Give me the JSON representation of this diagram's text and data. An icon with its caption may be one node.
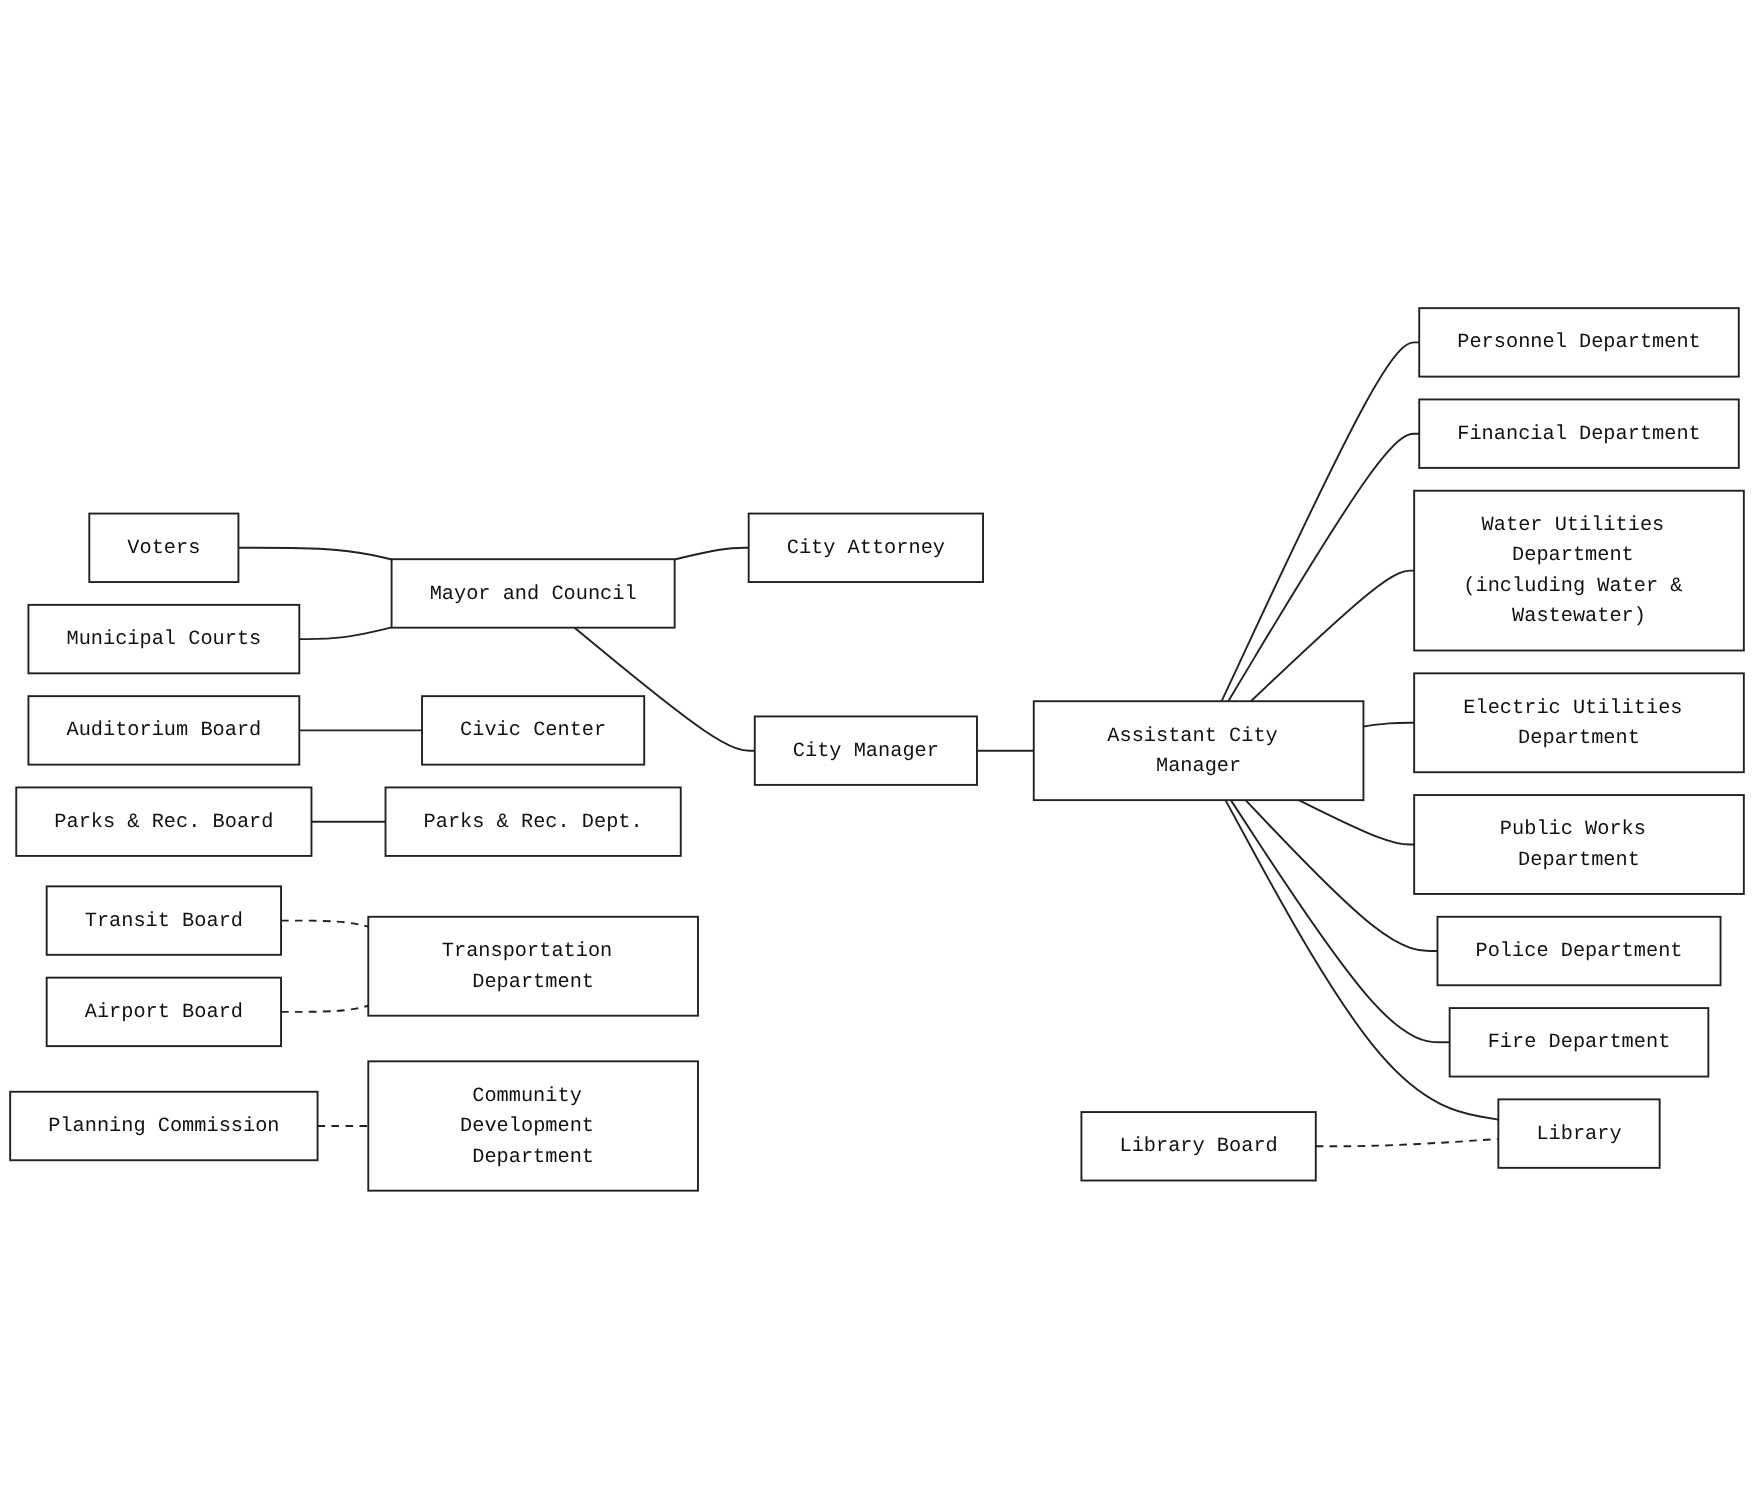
{
  "diagram": {
    "nodes": [
      {
        "text": [
          "Voters"
        ]
      },
      {
        "text": [
          "Mayor and Council"
        ]
      },
      {
        "text": [
          "Municipal Courts"
        ]
      },
      {
        "text": [
          "City Attorney"
        ]
      },
      {
        "text": [
          "City Manager"
        ]
      },
      {
        "text": [
          "Assistant City Manager"
        ]
      },
      {
        "text": [
          "Auditorium Board"
        ]
      },
      {
        "text": [
          "Civic Center"
        ]
      },
      {
        "text": [
          "Personnel Department"
        ]
      },
      {
        "text": [
          "Financial Department"
        ]
      },
      {
        "text": [
          "Parks & Rec. Board"
        ]
      },
      {
        "text": [
          "Parks & Rec. Dept."
        ]
      },
      {
        "text": [
          "Water Utilities Department (including Water & Wastewater)"
        ]
      },
      {
        "text": [
          "Transit Board"
        ]
      },
      {
        "text": [
          "Transportation Department"
        ]
      },
      {
        "text": [
          "Airport Board"
        ]
      },
      {
        "text": [
          "Electric Utilities Department"
        ]
      },
      {
        "text": [
          "Public Works Department"
        ]
      },
      {
        "text": [
          "Planning Commission"
        ]
      },
      {
        "text": [
          "Community Development Department"
        ]
      },
      {
        "text": [
          "Police Department"
        ]
      },
      {
        "text": [
          "Library Board"
        ]
      },
      {
        "text": [
          "Library"
        ]
      },
      {
        "text": [
          "Fire Department"
        ]
      }
    ],
    "edges": [
      {
        "from": 0,
        "to": 1,
        "arrow": "none"
      },
      {
        "from": 2,
        "to": 1,
        "arrow": "none"
      },
      {
        "from": 1,
        "to": 3,
        "arrow": "none"
      },
      {
        "from": 1,
        "to": 4,
        "arrow": "none"
      },
      {
        "from": 4,
        "to": 5,
        "arrow": "none"
      },
      {
        "from": 6,
        "to": 7,
        "arrow": "none"
      },
      {
        "from": 10,
        "to": 11,
        "arrow": "none"
      },
      {
        "from": 13,
        "to": 14,
        "arrow": "none",
        "style": "dashed"
      },
      {
        "from": 15,
        "to": 14,
        "arrow": "none",
        "style": "dashed"
      },
      {
        "from": 18,
        "to": 19,
        "arrow": "none",
        "style": "dashed"
      },
      {
        "from": 21,
        "to": 22,
        "arrow": "none",
        "style": "dashed"
      },
      {
        "from": 5,
        "to": 8,
        "arrow": "none"
      },
      {
        "from": 5,
        "to": 9,
        "arrow": "none"
      },
      {
        "from": 5,
        "to": 12,
        "arrow": "none"
      },
      {
        "from": 5,
        "to": 16,
        "arrow": "none"
      },
      {
        "from": 5,
        "to": 17,
        "arrow": "none"
      },
      {
        "from": 5,
        "to": 20,
        "arrow": "none"
      },
      {
        "from": 5,
        "to": 23,
        "arrow": "none"
      },
      {
        "from": 5,
        "to": 22,
        "arrow": "none"
      }
    ]
  }
}
